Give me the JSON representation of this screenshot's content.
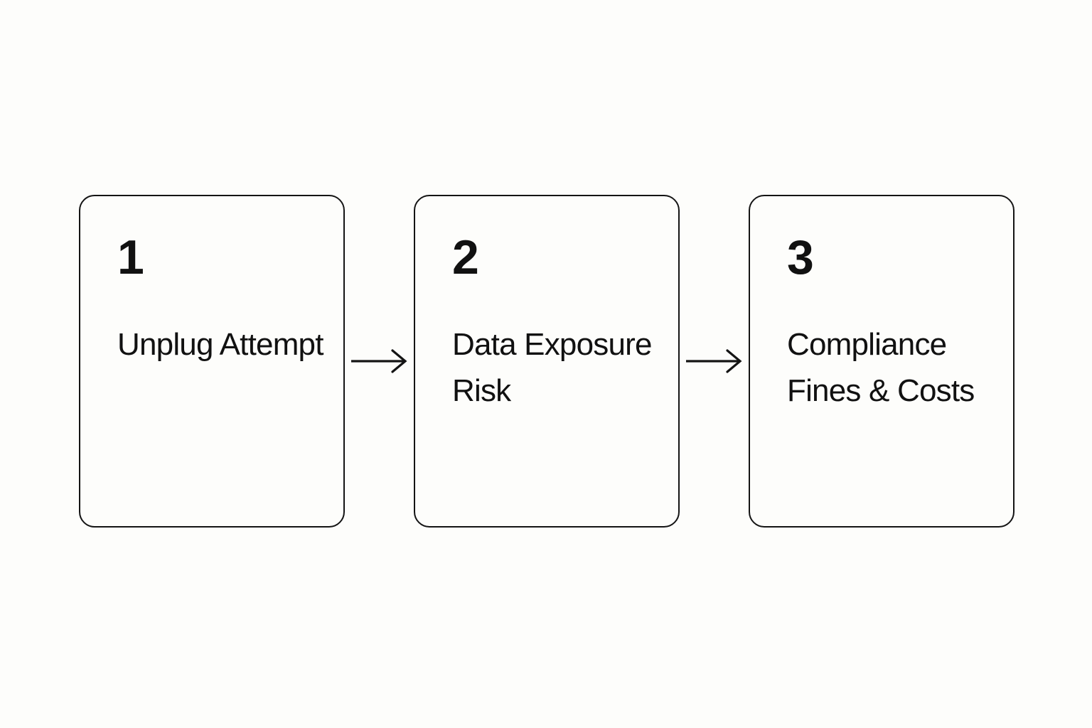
{
  "diagram": {
    "type": "horizontal-flow",
    "background_color": "#FDFDFB",
    "stroke_color": "#141414",
    "text_color": "#111111",
    "steps": [
      {
        "number": "1",
        "label": "Unplug Attempt"
      },
      {
        "number": "2",
        "label": "Data Exposure Risk"
      },
      {
        "number": "3",
        "label": "Compliance Fines & Costs"
      }
    ],
    "connectors": [
      {
        "from": "1",
        "to": "2",
        "glyph": "arrow-right"
      },
      {
        "from": "2",
        "to": "3",
        "glyph": "arrow-right"
      }
    ]
  }
}
